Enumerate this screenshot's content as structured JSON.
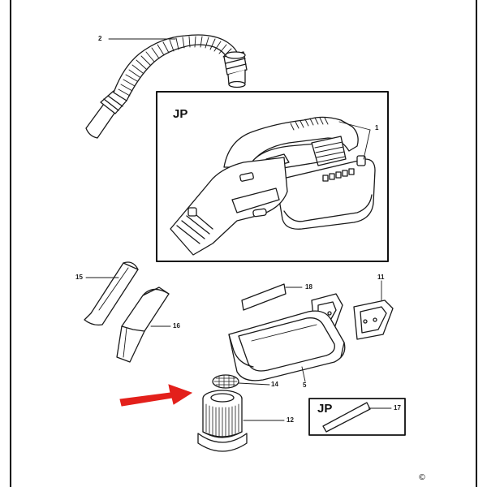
{
  "parts": {
    "p1": "1",
    "p2": "2",
    "p5": "5",
    "p11": "11",
    "p12": "12",
    "p14": "14",
    "p15": "15",
    "p16": "16",
    "p17": "17",
    "p18": "18"
  },
  "box_labels": {
    "main": "JP",
    "small": "JP"
  },
  "copyright": "©",
  "colors": {
    "line": "#1a1a1a",
    "arrow": "#e3201b",
    "fill": "#ffffff"
  }
}
